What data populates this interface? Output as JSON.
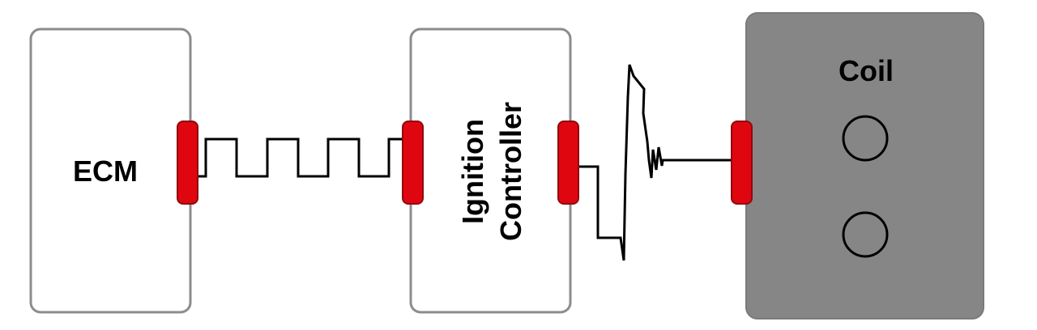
{
  "components": {
    "ecm": {
      "label": "ECM"
    },
    "ignition_controller": {
      "label_line1": "Ignition",
      "label_line2": "Controller"
    },
    "coil": {
      "label": "Coil"
    }
  },
  "colors": {
    "connector": "#e0060f",
    "coil_fill": "#868686",
    "box_border": "#8c8c8c",
    "wire": "#000000"
  }
}
